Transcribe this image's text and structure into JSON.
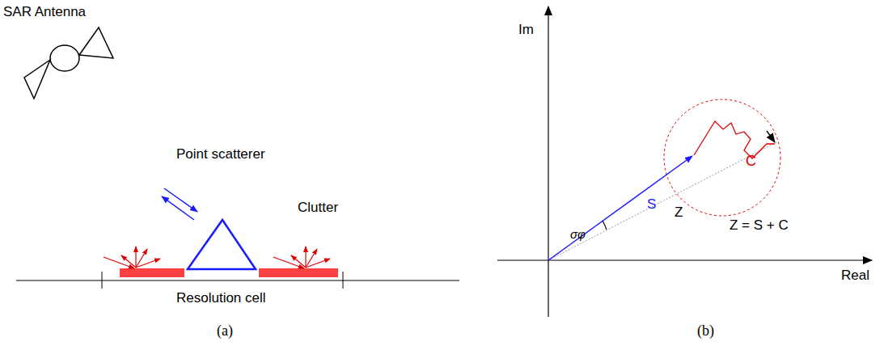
{
  "diagram": {
    "labels": [
      "SAR Antenna",
      "Point scatterer",
      "Clutter",
      "Resolution cell",
      "(a)",
      "Im",
      "Real",
      "S",
      "C",
      "Z",
      "σφ",
      "Z = S + C",
      "(b)"
    ]
  }
}
